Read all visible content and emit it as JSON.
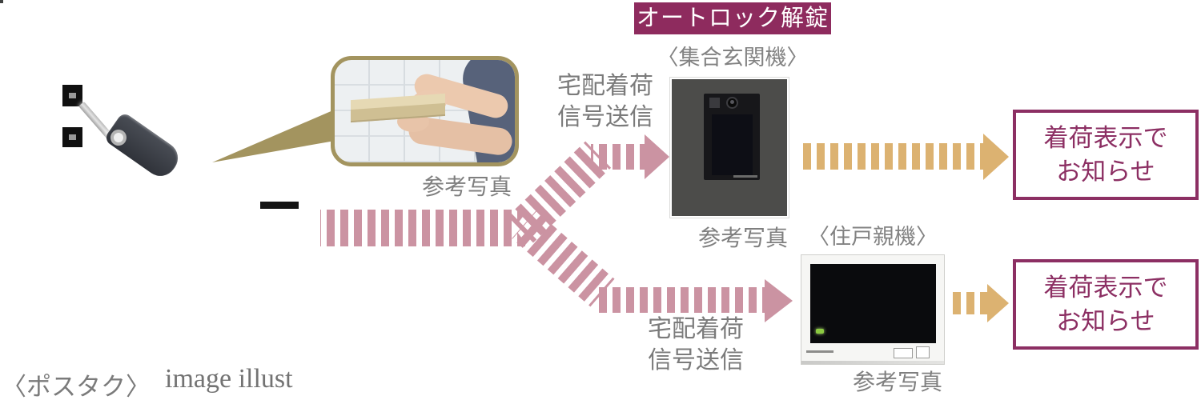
{
  "badge": {
    "label": "オートロック解錠"
  },
  "devices": {
    "entrance": {
      "name": "〈集合玄関機〉",
      "photo_caption": "参考写真"
    },
    "room": {
      "name": "〈住戸親機〉",
      "photo_caption": "参考写真"
    }
  },
  "locker": {
    "name": "〈ポスタク〉",
    "credit": "image illust",
    "inset_caption": "参考写真"
  },
  "signals": {
    "upper": {
      "line1": "宅配着荷",
      "line2": "信号送信"
    },
    "lower": {
      "line1": "宅配着荷",
      "line2": "信号送信"
    }
  },
  "notices": {
    "upper": {
      "line1": "着荷表示で",
      "line2": "お知らせ"
    },
    "lower": {
      "line1": "着荷表示で",
      "line2": "お知らせ"
    }
  },
  "colors": {
    "badge_bg": "#8e2b5e",
    "notice_accent": "#8c2f63",
    "signal_pink": "#cb93a2",
    "notify_gold": "#dcb271",
    "wedge_gold": "#a3945f",
    "text_gray": "#7b7b7b"
  }
}
